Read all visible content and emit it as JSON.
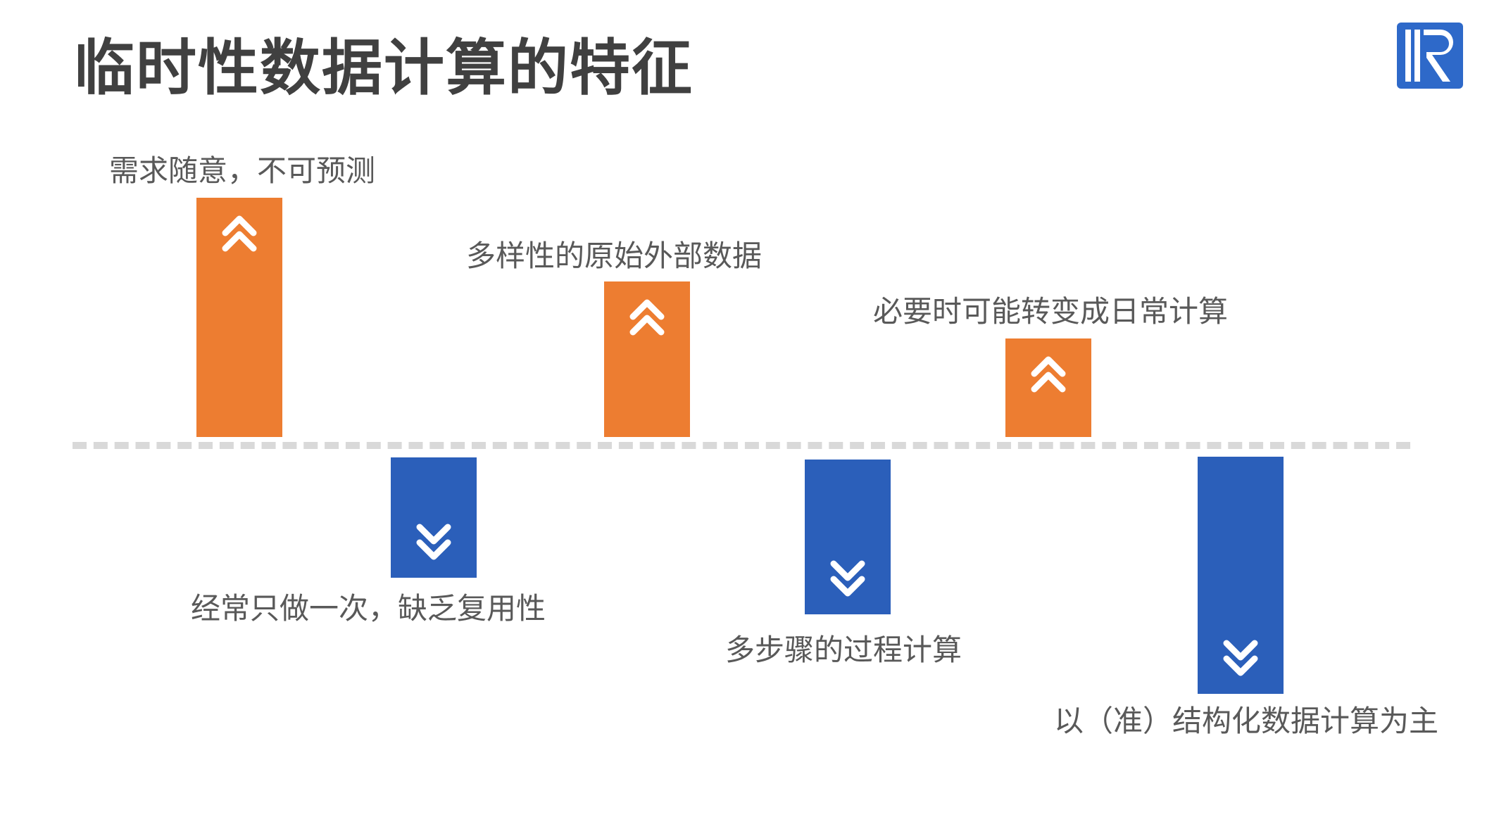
{
  "title": "临时性数据计算的特征",
  "colors": {
    "up": "#ed7d31",
    "down": "#2b5fba",
    "divider": "#d9d9d9",
    "text": "#595959",
    "title": "#404040"
  },
  "features": {
    "up": [
      {
        "label": "需求随意，不可预测",
        "icon": "double-chevron-up-icon"
      },
      {
        "label": "多样性的原始外部数据",
        "icon": "double-chevron-up-icon"
      },
      {
        "label": "必要时可能转变成日常计算",
        "icon": "double-chevron-up-icon"
      }
    ],
    "down": [
      {
        "label": "经常只做一次，缺乏复用性",
        "icon": "double-chevron-down-icon"
      },
      {
        "label": "多步骤的过程计算",
        "icon": "double-chevron-down-icon"
      },
      {
        "label": "以（准）结构化数据计算为主",
        "icon": "double-chevron-down-icon"
      }
    ]
  },
  "logo": {
    "icon": "brand-r-logo-icon"
  }
}
